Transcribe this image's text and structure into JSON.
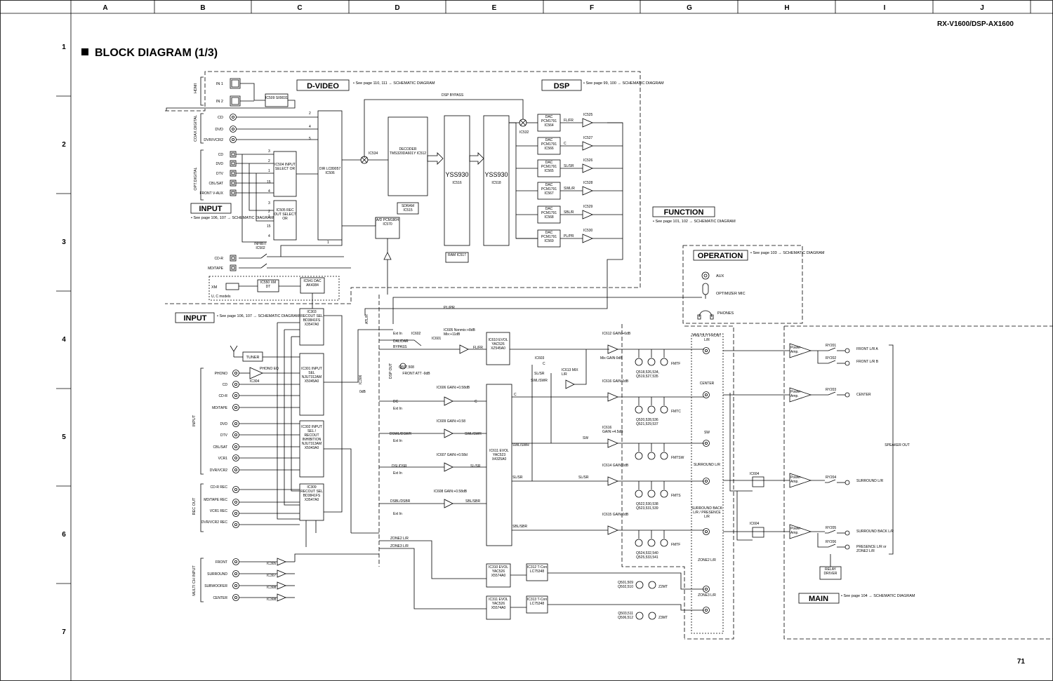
{
  "header": {
    "model": "RX-V1600/DSP-AX1600",
    "title": "BLOCK DIAGRAM (1/3)",
    "page_number": "71",
    "columns": [
      "A",
      "B",
      "C",
      "D",
      "E",
      "F",
      "G",
      "H",
      "I",
      "J"
    ],
    "rows": [
      "1",
      "2",
      "3",
      "4",
      "5",
      "6",
      "7"
    ]
  },
  "section_labels": {
    "dvideo": "D-VIDEO",
    "dvideo_ref": "• See page 110, 111 → SCHEMATIC DIAGRAM",
    "dsp": "DSP",
    "dsp_ref": "• See page 99, 100 → SCHEMATIC DIAGRAM",
    "input_top": "INPUT",
    "input_top_ref": "• See page 106, 107 → SCHEMATIC DIAGRAM",
    "function": "FUNCTION",
    "function_ref": "• See page 101, 102 → SCHEMATIC DIAGRAM",
    "operation": "OPERATION",
    "operation_ref": "• See page 103 → SCHEMATIC DIAGRAM",
    "input_mid": "INPUT",
    "input_mid_ref": "• See page 106, 107 → SCHEMATIC DIAGRAM",
    "main": "MAIN",
    "main_ref": "• See page 104 → SCHEMATIC DIAGRAM"
  },
  "group_labels": {
    "hdmi": "HDMI",
    "coax": "COAX.DIGITAL",
    "opt": "OPT.DIGITAL",
    "input": "INPUT",
    "rec_out": "REC OUT",
    "multi_ch": "MULTI CH INPUT"
  },
  "hdmi_inputs": [
    "IN 1",
    "IN 2"
  ],
  "coax_inputs": [
    "CD",
    "DVD",
    "DVR/VCR2"
  ],
  "opt_inputs": [
    "CD",
    "DVD",
    "DTV",
    "CBL/SAT",
    "FRONT V-AUX"
  ],
  "cdr_inputs": [
    "CD-R",
    "MD/TAPE"
  ],
  "analog_inputs": [
    "PHONO",
    "CD",
    "CD-R",
    "MD/TAPE",
    "DVD",
    "DTV",
    "CBL/SAT",
    "VCR1",
    "DVR/VCR2"
  ],
  "rec_outputs": [
    "CD-R REC",
    "MD/TAPE REC",
    "VCR1 REC",
    "DVR/VCR2 REC"
  ],
  "multi_inputs": [
    "FRONT",
    "SURROUND",
    "SUBWOOFER",
    "CENTER"
  ],
  "blocks": {
    "ic509": "IC509 SII9031",
    "ic504": "IC504 INPUT SELECT OR",
    "ic505": "IC505 REC OUT SELECT OR",
    "dir": "DIR LC89057 IC506",
    "decoder": "DECODER TMS320DA601Y IC512",
    "sdram": "SDRAM IC515",
    "yss516": "YSS930",
    "ic516": "IC516",
    "yss518": "YSS930",
    "ic518": "IC518",
    "ram": "RAM IC517",
    "adc": "A/D PCM1804 IC570",
    "xm": "XM",
    "uc_models": "U, C models",
    "ic550": "IC550 XM DT",
    "ic541": "IC541 DAC AK4384",
    "ic303": "IC303 RECOUT SEL BD3841FS X3547A0",
    "ic301": "IC301 INPUT SEL NJU7312AM X5045A0",
    "ic302": "IC302 INPUT SEL / RECOUT INHIBITION NJU7313AM X5043A0",
    "ic309": "IC309 RECOUT SEL BD3841FS X3547A0",
    "tuner": "TUNER",
    "phono_eq": "PHONO EQ",
    "ic304": "IC304",
    "ic610": "IC610 EVOL YAC526 XZ545A0",
    "ic611": "IC611 EVOL YAC523 X4325A0",
    "ic310": "IC310 EVOL YAC526 X5574A0",
    "ic312": "IC312 T-Con LC75348",
    "ic311": "IC311 EVOL YAC526 X5574A0",
    "ic313": "IC313 T-Con LC75348",
    "relay": "RELAY DRIVER",
    "power_amp": "Power Amp.",
    "inhibit": "INHIBIT IC502"
  },
  "dacs": [
    {
      "label": "DAC PCM1791 IC564",
      "ch": "FL/FR",
      "ic": "IC525"
    },
    {
      "label": "DAC PCM1791 IC566",
      "ch": "C",
      "ic": "IC527"
    },
    {
      "label": "DAC PCM1791 IC565",
      "ch": "SL/SR",
      "ic": "IC526"
    },
    {
      "label": "DAC PCM1791 IC567",
      "ch": "SWL/R",
      "ic": "IC528"
    },
    {
      "label": "DAC PCM1791 IC568",
      "ch": "SBL/R",
      "ic": "IC529"
    },
    {
      "label": "DAC PCM1791 IC569",
      "ch": "PL/PR",
      "ic": "IC530"
    }
  ],
  "dsp_labels": {
    "dsp_bypass": "DSP BYPASS",
    "ic532": "IC532",
    "ic534": "IC534"
  },
  "operation_items": [
    "AUX",
    "OPTIMIZER MIC",
    "PHONES"
  ],
  "signal_labels": {
    "plpr": "PL/PR",
    "ext_in": "Ext In",
    "dal_dar": "DAL/DAR",
    "bypass": "BYPASS",
    "ic602": "IC602",
    "ic601": "IC601",
    "ic605": "IC605 Nonmix:+8dB Mix:+11dB",
    "flfr": "FL/FR",
    "dsp_out": "DSP OUT",
    "q507": "Q507,508",
    "front_att": "FRONT ATT -9dB",
    "dc": "DC",
    "ic606": "IC606 GAIN:+0.58dB",
    "c": "C",
    "dswl": "DSWL/DSWR",
    "ic609": "IC609 GAIN:+0.58",
    "swlswr": "SWL/SWR",
    "dsl": "DSL/DSR",
    "ic607": "IC607 GAIN:+0.58d",
    "slsr": "SL/SR",
    "dsbl": "DSBL/DSBR",
    "ic608": "IC608 GAIN:+0.58dB",
    "sblsbr": "SBL/SBR",
    "atl": "ATL/R",
    "ic306": "IC306",
    "zero_db": "0dB",
    "zone2": "ZONE2 L/R",
    "zone3": "ZONE3 L/R",
    "ic603": "IC603",
    "ic613": "IC613 MIX L/R",
    "swl_swr_mix": "SWL/SWR",
    "sl_sr_mix": "SL/SR",
    "c_mix": "C",
    "sw_main": "SW",
    "ic305": "IC305",
    "ic307": "IC307",
    "ic308": "IC308"
  },
  "func_channels": [
    {
      "ic": "IC612 GAIN:+6dB",
      "extra": "Mix GAIN:0dB",
      "trans": "Q518,526,534, Q519,527,535",
      "fmt": "FMTF"
    },
    {
      "ic": "IC616 GAIN:0dB",
      "extra": "",
      "trans": "Q520,528,536 Q521,529,537",
      "fmt": "FMTC"
    },
    {
      "ic": "IC616 GAIN:+4.5dB",
      "extra": "",
      "trans": "",
      "fmt": "FMTSW"
    },
    {
      "ic": "IC614 GAIN:0dB",
      "extra": "",
      "trans": "Q522,530,538 Q523,531,539",
      "fmt": "FMTS"
    },
    {
      "ic": "IC615 GAIN:0dB",
      "extra": "",
      "trans": "Q524,532,540 Q525,533,541",
      "fmt": "FMTF"
    }
  ],
  "zone_trans": [
    {
      "q": "Q501,509 Q502,510",
      "mt": "Z2MT"
    },
    {
      "q": "Q503,511 Q506,512",
      "mt": "Z3MT"
    }
  ],
  "pre_out": [
    "PRE OUT FRONT L/R",
    "CENTER",
    "SW",
    "SURROUND L/R",
    "SURROUND BACK L/R / PRESENCE L/R",
    "ZONE2 L/R",
    "ZONE3 L/R"
  ],
  "main_ics": [
    "IC604",
    "IC604"
  ],
  "relays": [
    "RY201",
    "RY202",
    "RY203",
    "RY204",
    "RY205",
    "RY206"
  ],
  "speaker_outs": [
    "FRONT L/R A",
    "FRONT L/R B",
    "CENTER",
    "SURROUND L/R",
    "SURROUND BACK L/R",
    "PRESENCE L/R or ZONE2 L/R"
  ],
  "speaker_out_label": "SPEAKER OUT"
}
